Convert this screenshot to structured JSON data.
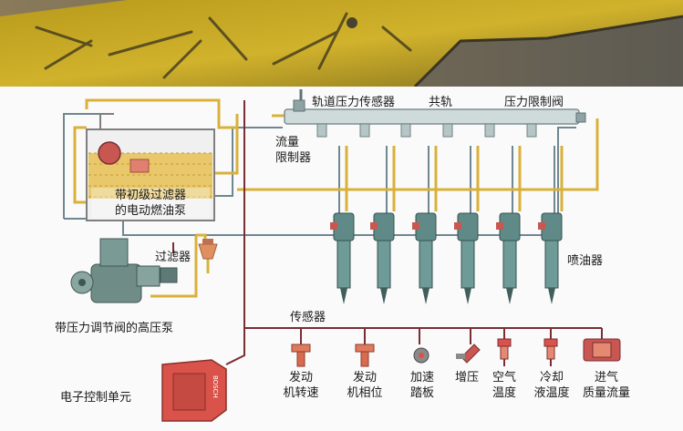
{
  "labels": {
    "rail_pressure_sensor": "轨道压力传感器",
    "common_rail": "共轨",
    "pressure_limit_valve": "压力限制阀",
    "flow_limiter": [
      "流量",
      "限制器"
    ],
    "fuel_pump": [
      "带初级过滤器",
      "的电动燃油泵"
    ],
    "filter": "过滤器",
    "injector": "喷油器",
    "hp_pump": "带压力调节阀的高压泵",
    "sensors": "传感器",
    "ecu": "电子控制单元"
  },
  "sensor_labels": [
    [
      "发动",
      "机转速"
    ],
    [
      "发动",
      "机相位"
    ],
    [
      "加速",
      "踏板"
    ],
    [
      "增压"
    ],
    [
      "空气",
      "温度"
    ],
    [
      "冷却",
      "液温度"
    ],
    [
      "进气",
      "质量流量"
    ]
  ],
  "ecu_brand": "BOSCH",
  "colors": {
    "fuel_line": "#d9b13a",
    "gray_line": "#6f8790",
    "electric_line": "#7a2d35",
    "rail": "#cfdadb",
    "injector": "#5f8a88",
    "ecu": "#d9534a"
  }
}
